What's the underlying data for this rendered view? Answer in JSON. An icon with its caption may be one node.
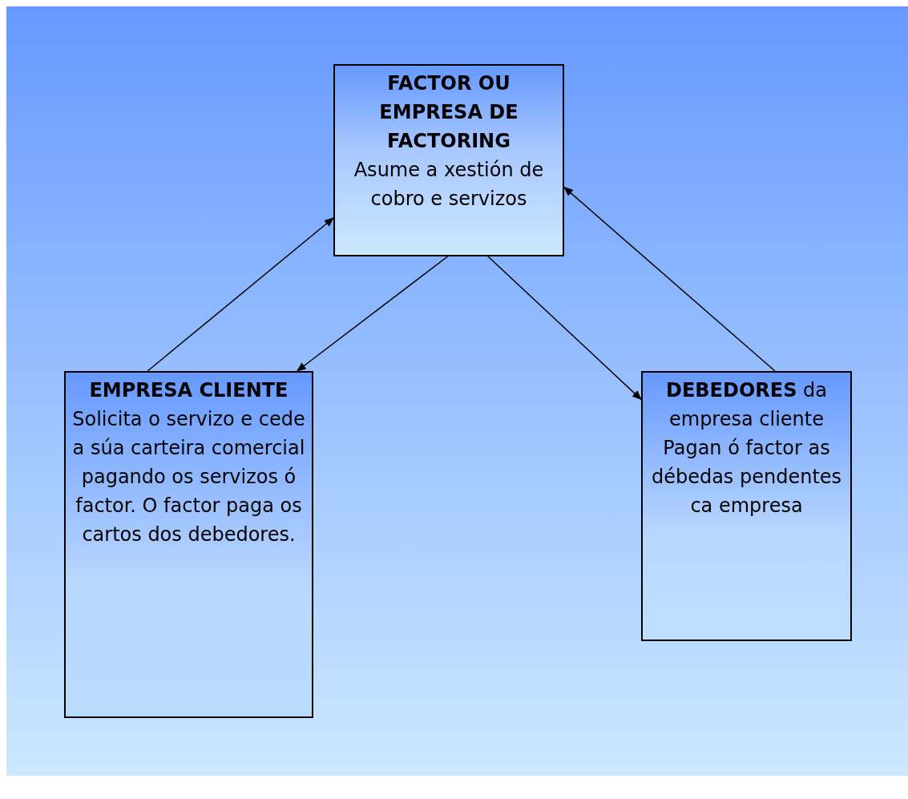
{
  "diagram": {
    "nodes": [
      {
        "text": [
          "FACTOR OU EMPRESA DE FACTORING",
          "Asume a xestión de cobro e servizos"
        ]
      },
      {
        "text": [
          "EMPRESA CLIENTE",
          "Solicita o servizo e cede a súa carteira comercial pagando os servizos ó factor. O factor paga os cartos dos debedores."
        ]
      },
      {
        "text": [
          "**DEBEDORES** da empresa cliente",
          "Pagan ó factor as débedas pendentes ca empresa"
        ]
      }
    ],
    "edges": [
      {
        "from": 1,
        "to": 0,
        "arrow": "to"
      },
      {
        "from": 0,
        "to": 1,
        "arrow": "to"
      },
      {
        "from": 0,
        "to": 2,
        "arrow": "to"
      },
      {
        "from": 2,
        "to": 0,
        "arrow": "to"
      }
    ]
  }
}
